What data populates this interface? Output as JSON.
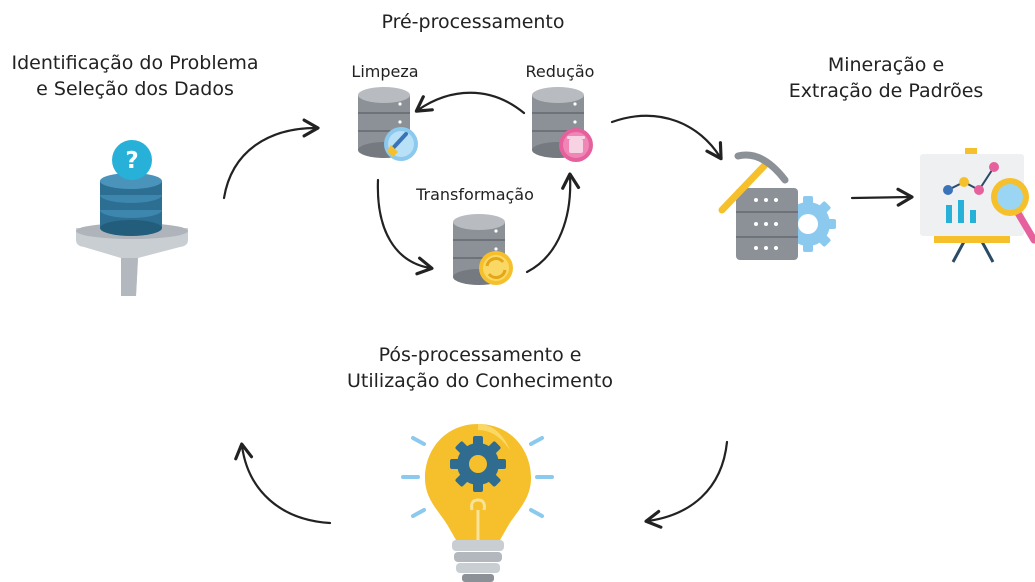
{
  "stages": {
    "identification": {
      "line1": "Identificação do Problema",
      "line2": "e Seleção dos Dados",
      "icon": "funnel-database-question-icon"
    },
    "preprocessing": {
      "title": "Pré-processamento"
    },
    "cleaning": {
      "label": "Limpeza",
      "icon": "database-broom-icon"
    },
    "reduction": {
      "label": "Redução",
      "icon": "database-trash-icon"
    },
    "transformation": {
      "label": "Transformação",
      "icon": "database-cycle-icon"
    },
    "mining": {
      "line1": "Mineração e",
      "line2": "Extração de Padrões",
      "icon": "server-pickaxe-gear-icon"
    },
    "patterns": {
      "icon": "presentation-board-magnifier-icon"
    },
    "postprocessing": {
      "line1": "Pós-processamento e",
      "line2": "Utilização do Conhecimento",
      "icon": "lightbulb-gear-icon"
    }
  },
  "colors": {
    "arrow": "#222222",
    "db_gray": "#8c9197",
    "db_blue": "#2c6f93",
    "question": "#27b1d8",
    "bulb": "#f5c02b",
    "pink": "#e6609e",
    "gear": "#4a7fa8"
  }
}
